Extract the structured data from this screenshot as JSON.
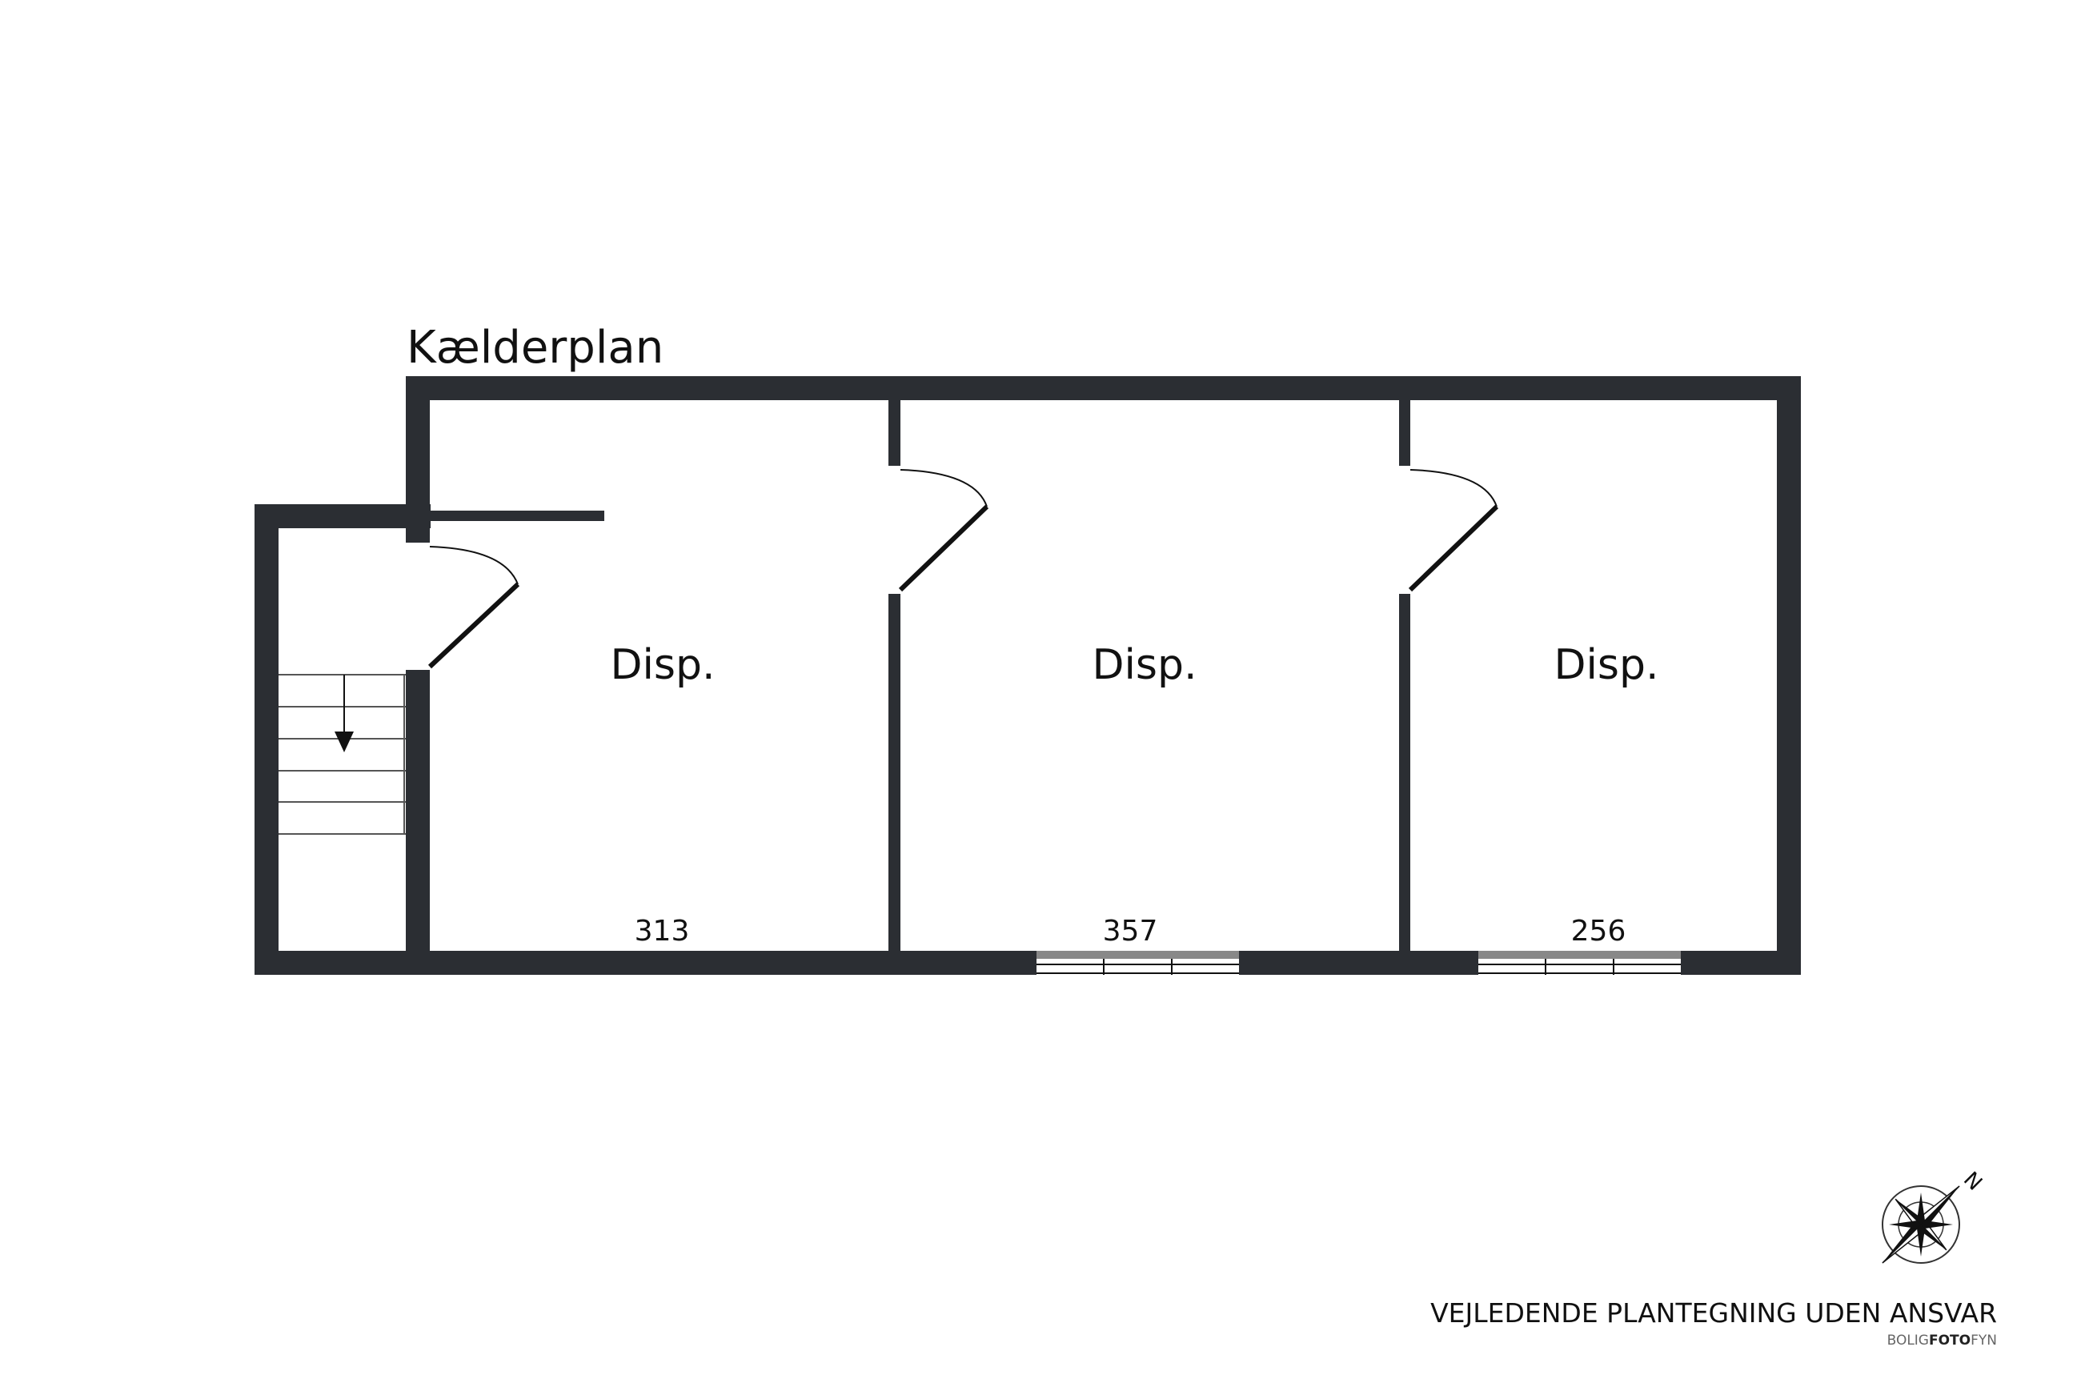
{
  "plan": {
    "title": "Kælderplan",
    "rooms": [
      {
        "label": "Disp.",
        "dimension": "313"
      },
      {
        "label": "Disp.",
        "dimension": "357"
      },
      {
        "label": "Disp.",
        "dimension": "256"
      }
    ],
    "colors": {
      "wall": "#2b2e33",
      "window": "#888888"
    }
  },
  "footer": {
    "disclaimer": "VEJLEDENDE PLANTEGNING UDEN ANSVAR",
    "brand_part1": "BOLIG",
    "brand_part2": "FOTO",
    "brand_part3": "FYN",
    "compass_label": "N"
  }
}
